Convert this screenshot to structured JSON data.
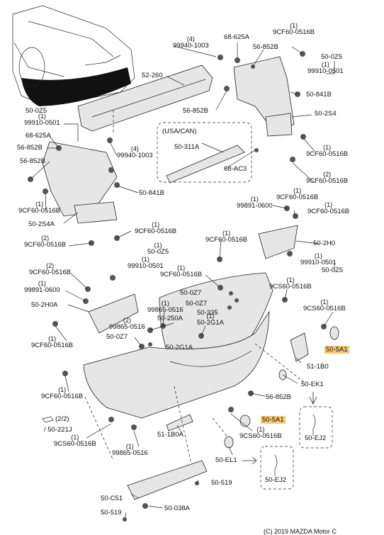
{
  "labels": {
    "p99940_1003_top": {
      "qty": "(4)",
      "code": "99940-1003"
    },
    "p68_625A_top": {
      "qty": "",
      "code": "68-625A"
    },
    "p9CF60_0516B_top": {
      "qty": "(1)",
      "code": "9CF60-0516B"
    },
    "p56_852B_top": {
      "qty": "",
      "code": "56-852B"
    },
    "p50_0Z5_top": {
      "qty": "",
      "code": "50-0Z5"
    },
    "p99910_0501_top": {
      "qty": "(1)",
      "code": "99910-0501"
    },
    "p52_260": {
      "qty": "",
      "code": "52-260"
    },
    "p50_841B_top": {
      "qty": "",
      "code": "50-841B"
    },
    "p56_852B_mid": {
      "qty": "",
      "code": "56-852B"
    },
    "p50_2S4": {
      "qty": "",
      "code": "50-2S4"
    },
    "p9CF60_0516B_r1": {
      "qty": "(1)",
      "code": "9CF60-0516B"
    },
    "p9CF60_0516B_r2": {
      "qty": "(2)",
      "code": "9CF60-0516B"
    },
    "p50_0Z5_left": {
      "qty": "",
      "code": "50-0Z5"
    },
    "p99910_0501_left": {
      "qty": "(1)",
      "code": "99910-0501"
    },
    "p68_625A_left": {
      "qty": "",
      "code": "68-625A"
    },
    "p56_852B_left1": {
      "qty": "",
      "code": "56-852B"
    },
    "p56_852B_left2": {
      "qty": "",
      "code": "56-852B"
    },
    "p99940_1003_mid": {
      "qty": "(4)",
      "code": "99940-1003"
    },
    "usa_can": {
      "qty": "",
      "code": "(USA/CAN)"
    },
    "p50_311A": {
      "qty": "",
      "code": "50-311A"
    },
    "p68_AC3": {
      "qty": "",
      "code": "68-AC3"
    },
    "p50_841B_mid": {
      "qty": "",
      "code": "50-841B"
    },
    "p9CF60_0516B_l1": {
      "qty": "(1)",
      "code": "9CF60-0516B"
    },
    "p50_2S4A": {
      "qty": "",
      "code": "50-2S4A"
    },
    "p9CF60_0516B_l2": {
      "qty": "(1)",
      "code": "9CF60-0516B"
    },
    "p9CF60_0516B_l3": {
      "qty": "(2)",
      "code": "9CF60-0516B"
    },
    "p99891_0600_r": {
      "qty": "(1)",
      "code": "99891-0600"
    },
    "p9CF60_0516B_r3": {
      "qty": "(1)",
      "code": "9CF60-0516B"
    },
    "p9CF60_0516B_r4": {
      "qty": "(1)",
      "code": "9CF60-0516B"
    },
    "p9CF60_0516B_r5": {
      "qty": "(1)",
      "code": "9CF60-0516B"
    },
    "p50_2H0": {
      "qty": "",
      "code": "50-2H0"
    },
    "p99910_0501_r": {
      "qty": "(1)",
      "code": "99910-0501"
    },
    "p50_0Z5_r": {
      "qty": "",
      "code": "50-0Z5"
    },
    "p50_0Z5_c": {
      "qty": "(1)",
      "code": "50-0Z5"
    },
    "p99910_0501_c": {
      "qty": "(1)",
      "code": "99910-0501"
    },
    "p9CF60_0516B_l4": {
      "qty": "(2)",
      "code": "9CF60-0516B"
    },
    "p99891_0600_l": {
      "qty": "(1)",
      "code": "99891-0600"
    },
    "p50_2H0A": {
      "qty": "",
      "code": "50-2H0A"
    },
    "p9CF60_0516B_c1": {
      "qty": "(1)",
      "code": "9CF60-0516B"
    },
    "p50_0Z7_c1": {
      "qty": "",
      "code": "50-0Z7"
    },
    "p9CS60_0516B_r1": {
      "qty": "(1)",
      "code": "9CS60-0516B"
    },
    "p99865_0516_c1": {
      "qty": "(1)",
      "code": "99865-0516"
    },
    "p50_0Z7_c2": {
      "qty": "",
      "code": "50-0Z7"
    },
    "p50_335": {
      "qty": "",
      "code": "50-335"
    },
    "p9CS60_0516B_r2": {
      "qty": "(1)",
      "code": "9CS60-0516B"
    },
    "p50_250A": {
      "qty": "",
      "code": "50-250A"
    },
    "p50_2G1A_c": {
      "qty": "(1)",
      "code": "50-2G1A"
    },
    "p99865_0516_c2": {
      "qty": "(2)",
      "code": "99865-0516"
    },
    "p9CF60_0516B_l5": {
      "qty": "(1)",
      "code": "9CF60-0516B"
    },
    "p50_0Z7_c3": {
      "qty": "",
      "code": "50-0Z7"
    },
    "p50_2G1A_l": {
      "qty": "",
      "code": "50-2G1A"
    },
    "p50_5A1_r": {
      "qty": "",
      "code": "50-5A1"
    },
    "p51_1B0": {
      "qty": "",
      "code": "51-1B0"
    },
    "p9CF60_0516B_l6": {
      "qty": "(1)",
      "code": "9CF60-0516B"
    },
    "p50_EK1": {
      "qty": "",
      "code": "50-EK1"
    },
    "p56_852B_bot": {
      "qty": "",
      "code": "56-852B"
    },
    "ref_2_2": {
      "qty": "",
      "code": "(2/2)"
    },
    "ref_50_221J": {
      "qty": "",
      "code": "/ 50-221J"
    },
    "p9CS60_0516B_l": {
      "qty": "(1)",
      "code": "9CS60-0516B"
    },
    "p99865_0516_l": {
      "qty": "(1)",
      "code": "99865-0516"
    },
    "p51_1B0A": {
      "qty": "",
      "code": "51-1B0A"
    },
    "p50_5A1_c": {
      "qty": "",
      "code": "50-5A1"
    },
    "p9CS60_0516B_c": {
      "qty": "(1)",
      "code": "9CS60-0516B"
    },
    "p50_EJ2_r": {
      "qty": "",
      "code": "50-EJ2"
    },
    "p50_EL1": {
      "qty": "",
      "code": "50-EL1"
    },
    "p50_EJ2_c": {
      "qty": "",
      "code": "50-EJ2"
    },
    "p50_519_r": {
      "qty": "",
      "code": "50-519"
    },
    "p50_C51": {
      "qty": "",
      "code": "50-C51"
    },
    "p50_519_l": {
      "qty": "",
      "code": "50-519"
    },
    "p50_038A": {
      "qty": "",
      "code": "50-038A"
    },
    "copyright": {
      "qty": "",
      "code": "(C) 2019 MAZDA Motor C"
    }
  },
  "colors": {
    "highlight": "#f7c873",
    "line": "#222222",
    "part_fill": "#e6e6e6"
  }
}
